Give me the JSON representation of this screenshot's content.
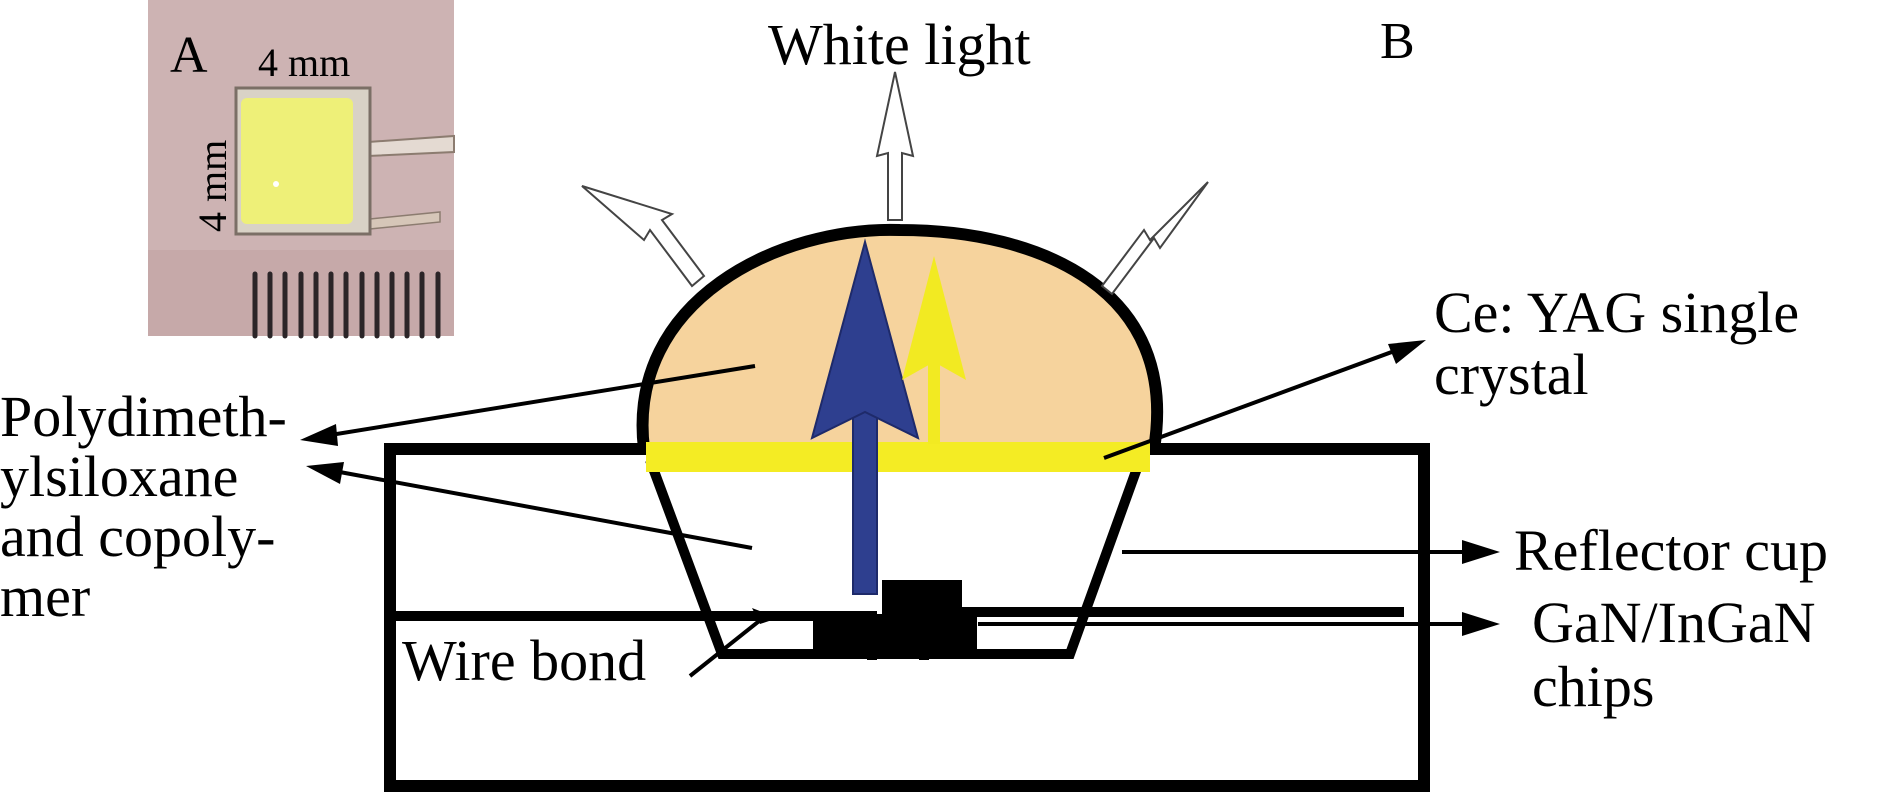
{
  "panels": {
    "a": {
      "letter": "A",
      "width_label": "4 mm",
      "height_label": "4 mm"
    },
    "b": {
      "letter": "B"
    }
  },
  "labels": {
    "white_light": "White light",
    "crystal_line1": "Ce: YAG single",
    "crystal_line2": "crystal",
    "polymer_line1": "Polydimeth-",
    "polymer_line2": "ylsiloxane",
    "polymer_line3": "and copoly-",
    "polymer_line4": "mer",
    "reflector": "Reflector cup",
    "chips_line1": "GaN/InGaN",
    "chips_line2": "chips",
    "wire_bond": "Wire bond"
  },
  "colors": {
    "dome_fill": "#f6d39d",
    "crystal_layer": "#f4ec24",
    "blue_arrow": "#2e3f8f",
    "yellow_arrow": "#f2ea22",
    "photo_background": "#cdb3b3",
    "photo_chip": "#eef078",
    "outline": "#000000"
  },
  "icons": {
    "emission_arrows": "hollow-outline-arrow",
    "blue_emission": "blue-arrow",
    "yellow_emission": "yellow-arrow"
  }
}
